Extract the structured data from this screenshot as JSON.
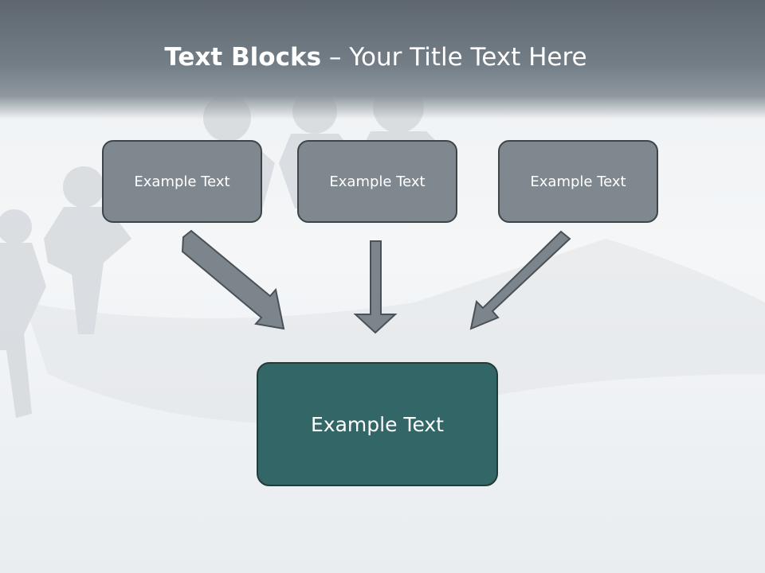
{
  "slide": {
    "title_bold": "Text Blocks",
    "title_dash": " – ",
    "title_rest": "Your Title Text Here"
  },
  "blocks": [
    {
      "label": "Example Text"
    },
    {
      "label": "Example Text"
    },
    {
      "label": "Example Text"
    }
  ],
  "result_block": {
    "label": "Example Text"
  },
  "colors": {
    "header": "#6c757d",
    "block": "#7f888e",
    "result_block": "#336666",
    "arrow": "#7f888e",
    "border": "#3e4549"
  }
}
